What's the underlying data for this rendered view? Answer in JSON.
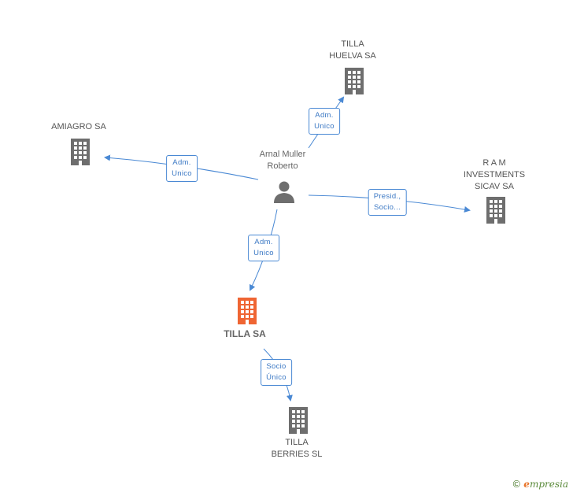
{
  "colors": {
    "edge": "#4a89d4",
    "building": "#6e6e6e",
    "building_main": "#ef6533",
    "person": "#6e6e6e"
  },
  "nodes": {
    "tilla_huelva": {
      "line1": "TILLA",
      "line2": "HUELVA SA",
      "icon": "building-icon"
    },
    "amiagro": {
      "line1": "AMIAGRO SA",
      "icon": "building-icon"
    },
    "person": {
      "line1": "Arnal Muller",
      "line2": "Roberto",
      "icon": "person-icon"
    },
    "ram": {
      "line1": "R A M",
      "line2": "INVESTMENTS",
      "line3": "SICAV SA",
      "icon": "building-icon"
    },
    "tilla_sa": {
      "line1": "TILLA SA",
      "icon": "building-icon"
    },
    "tilla_berries": {
      "line1": "TILLA",
      "line2": "BERRIES SL",
      "icon": "building-icon"
    }
  },
  "edges": {
    "to_huelva": {
      "line1": "Adm.",
      "line2": "Unico"
    },
    "to_amiagro": {
      "line1": "Adm.",
      "line2": "Unico"
    },
    "to_ram": {
      "line1": "Presid.,",
      "line2": "Socio..."
    },
    "to_tilla_sa": {
      "line1": "Adm.",
      "line2": "Unico"
    },
    "to_berries": {
      "line1": "Socio",
      "line2": "Único"
    }
  },
  "brand": {
    "copyright": "©",
    "initial": "e",
    "name": "mpresia"
  }
}
